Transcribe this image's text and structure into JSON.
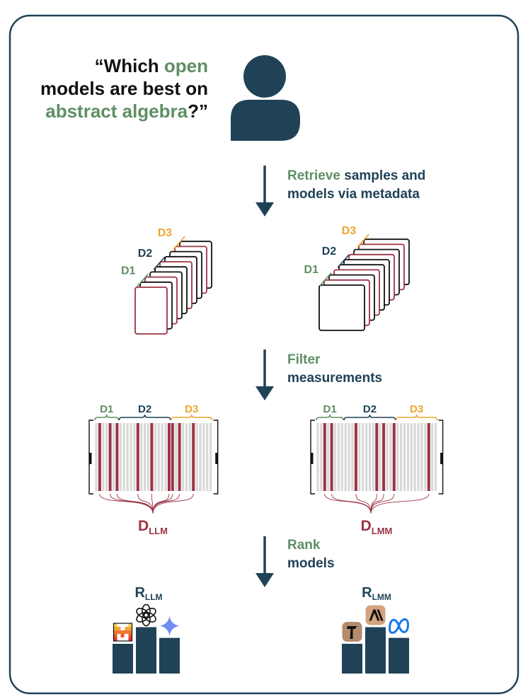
{
  "question": {
    "line1_prefix": "“Which ",
    "line1_highlight": "open",
    "line2": "models are best on",
    "line3_highlight": "abstract algebra",
    "line3_suffix": "?”"
  },
  "steps": [
    {
      "highlight": "Retrieve",
      "rest_line1": " samples and",
      "line2": "models via metadata"
    },
    {
      "highlight": "Filter",
      "rest_line1": "",
      "line2": "measurements"
    },
    {
      "highlight": "Rank",
      "rest_line1": "",
      "line2": "models"
    }
  ],
  "dataset_labels": [
    "D1",
    "D2",
    "D3"
  ],
  "matrix_labels": {
    "left": {
      "main": "D",
      "sub": "LLM"
    },
    "right": {
      "main": "D",
      "sub": "LMM"
    }
  },
  "ranking_labels": {
    "left": {
      "main": "R",
      "sub": "LLM"
    },
    "right": {
      "main": "R",
      "sub": "LMM"
    }
  },
  "ranking_left": {
    "bars": [
      {
        "level": 0.5,
        "logo": "mistral-icon"
      },
      {
        "level": 0.78,
        "logo": "openai-icon"
      },
      {
        "level": 0.6,
        "logo": "gemini-sparkle-icon"
      }
    ]
  },
  "ranking_right": {
    "bars": [
      {
        "level": 0.5,
        "logo": "phi-figure-icon"
      },
      {
        "level": 0.78,
        "logo": "anthropic-icon"
      },
      {
        "level": 0.6,
        "logo": "meta-icon"
      }
    ]
  },
  "colors": {
    "navy": "#1f4257",
    "green": "#5e8f64",
    "orange": "#f0a52e",
    "crimson": "#9c3346",
    "light_gray": "#d9d9d9",
    "frame": "#1f4257"
  }
}
